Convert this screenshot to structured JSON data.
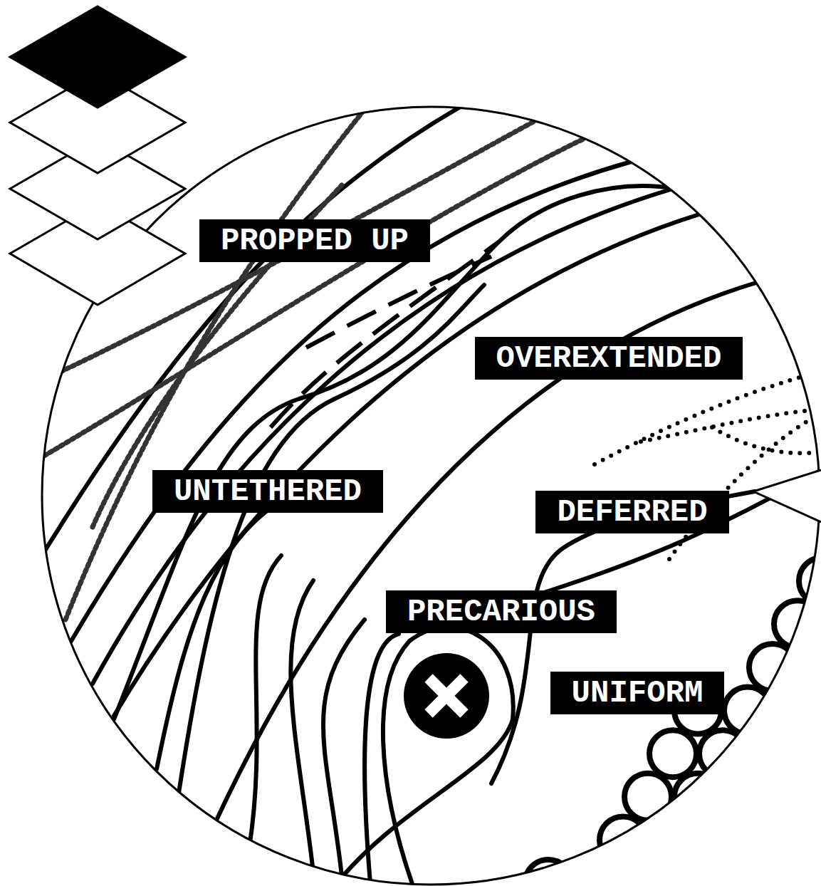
{
  "diagram": {
    "nodes": [
      {
        "text": [
          "PROPPED UP"
        ]
      },
      {
        "text": [
          "OVEREXTENDED"
        ]
      },
      {
        "text": [
          "UNTETHERED"
        ]
      },
      {
        "text": [
          "DEFERRED"
        ]
      },
      {
        "text": [
          "PRECARIOUS"
        ]
      },
      {
        "text": [
          "UNIFORM"
        ]
      }
    ]
  }
}
